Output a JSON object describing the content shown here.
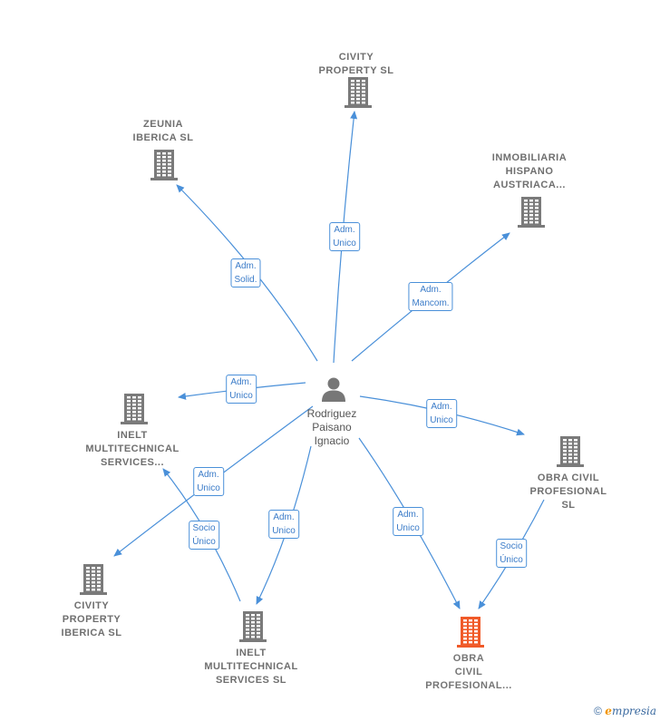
{
  "center": {
    "name": "Rodriguez\nPaisano\nIgnacio"
  },
  "nodes": [
    {
      "id": "civity_property",
      "label": "CIVITY\nPROPERTY  SL",
      "highlight": false
    },
    {
      "id": "zeunia",
      "label": "ZEUNIA\nIBERICA  SL",
      "highlight": false
    },
    {
      "id": "inmobiliaria",
      "label": "INMOBILIARIA\nHISPANO\nAUSTRIACA...",
      "highlight": false
    },
    {
      "id": "inelt_top",
      "label": "INELT\nMULTITECHNICAL\nSERVICES...",
      "highlight": false
    },
    {
      "id": "obra_civil_right",
      "label": "OBRA CIVIL\nPROFESIONAL SL",
      "highlight": false
    },
    {
      "id": "civity_iberica",
      "label": "CIVITY\nPROPERTY\nIBERICA  SL",
      "highlight": false
    },
    {
      "id": "inelt_bottom",
      "label": "INELT\nMULTITECHNICAL\nSERVICES  SL",
      "highlight": false
    },
    {
      "id": "obra_civil_main",
      "label": "OBRA\nCIVIL\nPROFESIONAL...",
      "highlight": true
    }
  ],
  "edges": [
    {
      "id": "e1",
      "label": "Adm.\nUnico"
    },
    {
      "id": "e2",
      "label": "Adm.\nSolid."
    },
    {
      "id": "e3",
      "label": "Adm.\nMancom."
    },
    {
      "id": "e4",
      "label": "Adm.\nUnico"
    },
    {
      "id": "e5",
      "label": "Adm.\nUnico"
    },
    {
      "id": "e6",
      "label": "Adm.\nUnico"
    },
    {
      "id": "e7",
      "label": "Adm.\nUnico"
    },
    {
      "id": "e8",
      "label": "Adm.\nUnico"
    },
    {
      "id": "e9",
      "label": "Socio\nÚnico"
    },
    {
      "id": "e10",
      "label": "Socio\nÚnico"
    }
  ],
  "footer": {
    "copyright": "©",
    "brand_first": "e",
    "brand_rest": "mpresia"
  },
  "colors": {
    "edge": "#4a90d9",
    "building": "#7a7a7a",
    "highlight": "#f05a28",
    "person": "#777777"
  }
}
